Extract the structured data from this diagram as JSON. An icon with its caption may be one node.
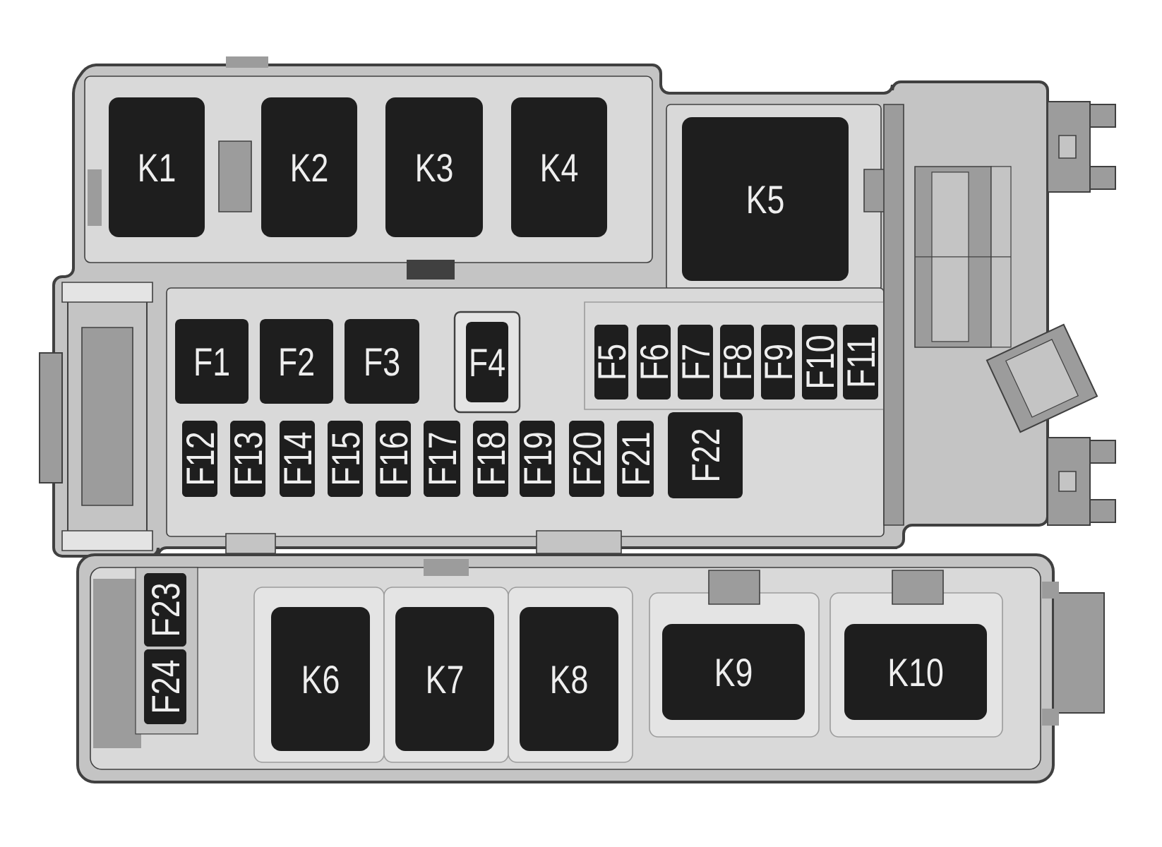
{
  "diagram": {
    "nodes": [
      {
        "text": [
          "K1"
        ]
      },
      {
        "text": [
          "K2"
        ]
      },
      {
        "text": [
          "K3"
        ]
      },
      {
        "text": [
          "K4"
        ]
      },
      {
        "text": [
          "K5"
        ]
      },
      {
        "text": [
          "F1"
        ]
      },
      {
        "text": [
          "F2"
        ]
      },
      {
        "text": [
          "F3"
        ]
      },
      {
        "text": [
          "F4"
        ]
      },
      {
        "text": [
          "F5"
        ]
      },
      {
        "text": [
          "F6"
        ]
      },
      {
        "text": [
          "F7"
        ]
      },
      {
        "text": [
          "F8"
        ]
      },
      {
        "text": [
          "F9"
        ]
      },
      {
        "text": [
          "F10"
        ]
      },
      {
        "text": [
          "F11"
        ]
      },
      {
        "text": [
          "F12"
        ]
      },
      {
        "text": [
          "F13"
        ]
      },
      {
        "text": [
          "F14"
        ]
      },
      {
        "text": [
          "F15"
        ]
      },
      {
        "text": [
          "F16"
        ]
      },
      {
        "text": [
          "F17"
        ]
      },
      {
        "text": [
          "F18"
        ]
      },
      {
        "text": [
          "F19"
        ]
      },
      {
        "text": [
          "F20"
        ]
      },
      {
        "text": [
          "F21"
        ]
      },
      {
        "text": [
          "F22"
        ]
      },
      {
        "text": [
          "F23"
        ]
      },
      {
        "text": [
          "F24"
        ]
      },
      {
        "text": [
          "K6"
        ]
      },
      {
        "text": [
          "K7"
        ]
      },
      {
        "text": [
          "K8"
        ]
      },
      {
        "text": [
          "K9"
        ]
      },
      {
        "text": [
          "K10"
        ]
      }
    ]
  }
}
